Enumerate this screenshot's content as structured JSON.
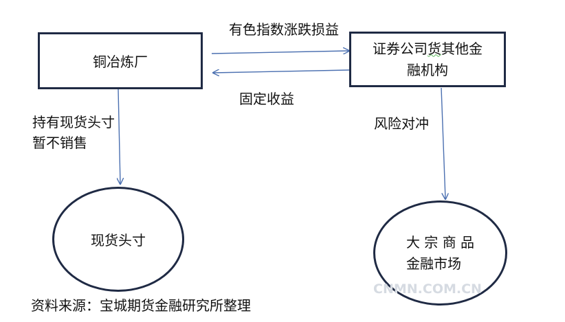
{
  "nodes": {
    "smelter": "铜冶炼厂",
    "securities_line1": "证券公司",
    "securities_underlined": "货",
    "securities_line1_rest": "其他金",
    "securities_line2": "融机构",
    "spot_position": "现货头寸",
    "market_line1": "大 宗 商 品",
    "market_line2": "金融市场"
  },
  "edges": {
    "top_label": "有色指数涨跌损益",
    "bottom_label": "固定收益",
    "left_down_line1": "持有现货头寸",
    "left_down_line2": "暂不销售",
    "right_down": "风险对冲"
  },
  "source": "资料来源：宝城期货金融研究所整理",
  "watermark": "CNMN.COM.CN"
}
